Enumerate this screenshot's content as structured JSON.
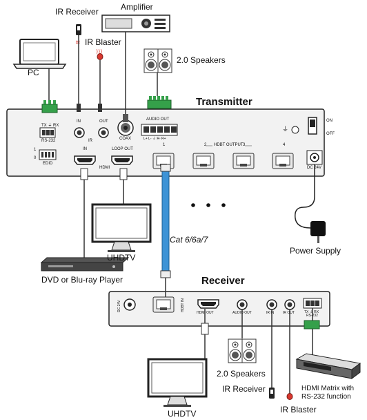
{
  "transmitter": {
    "title": "Transmitter",
    "ports": {
      "rs232": "RS-232",
      "rs232_pins": "TX  ⏚  RX",
      "edid": "EDID",
      "edid_1": "1",
      "edid_0": "0",
      "ir": "IR",
      "ir_in": "IN",
      "ir_out": "OUT",
      "coax": "COAX",
      "audio_out": "AUDIO OUT",
      "audio_pins": "L+  L-  ⏚  R-  R+",
      "hdmi_in": "IN",
      "loop_out": "LOOP OUT",
      "hdmi": "HDMI",
      "hdbt_output": "HDBT OUTPUT",
      "hdbt_1": "1",
      "hdbt_2": "2",
      "hdbt_3": "3",
      "hdbt_4": "4",
      "dc": "DC 24V",
      "on": "ON",
      "off": "OFF"
    }
  },
  "receiver": {
    "title": "Receiver",
    "ports": {
      "dc": "DC 24V",
      "hdbt_in": "HDBT IN",
      "hdmi_out": "HDMI OUT",
      "audio_out": "AUDIO OUT",
      "ir_in": "IR IN",
      "ir_out": "IR OUT",
      "rs232": "RS-232",
      "rs232_pins": "TX  ⏚  RX"
    }
  },
  "devices": {
    "pc": "PC",
    "ir_receiver_top": "IR Receiver",
    "ir_blaster_top": "IR Blaster",
    "amplifier": "Amplifier",
    "speakers_top": "2.0 Speakers",
    "uhdtv_top": "UHDTV",
    "player": "DVD or Blu-ray Player",
    "cable": "Cat 6/6a/7",
    "power": "Power Supply",
    "speakers_bottom": "2.0 Speakers",
    "ir_receiver_bottom": "IR Receiver",
    "ir_blaster_bottom": "IR Blaster",
    "uhdtv_bottom": "UHDTV",
    "matrix_line1": "HDMI Matrix with",
    "matrix_line2": "RS-232 function"
  },
  "colors": {
    "panel": "#f2f2f2",
    "port": "#2c2c2c",
    "terminal_green": "#35a04a",
    "cable_blue": "#3d93d6",
    "ir_red": "#d8372e",
    "device_gray": "#e6e6e6"
  }
}
